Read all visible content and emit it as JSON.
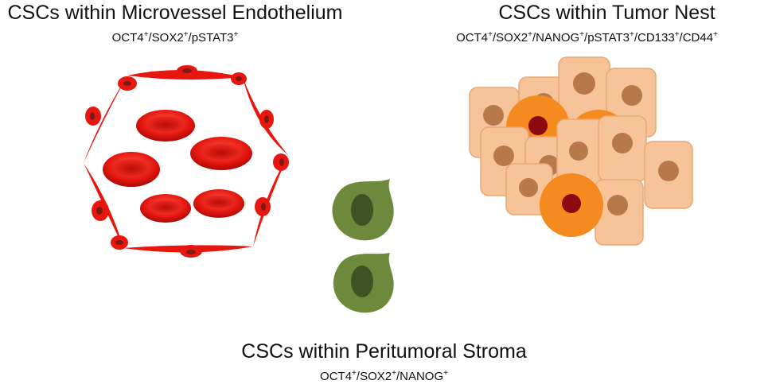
{
  "panels": {
    "microvessel": {
      "title": "CSCs within Microvessel Endothelium",
      "markers": [
        {
          "name": "OCT4",
          "sign": "+"
        },
        {
          "name": "SOX2",
          "sign": "+"
        },
        {
          "name": "pSTAT3",
          "sign": "+"
        }
      ]
    },
    "tumor_nest": {
      "title": "CSCs within Tumor Nest",
      "markers": [
        {
          "name": "OCT4",
          "sign": "+"
        },
        {
          "name": "SOX2",
          "sign": "+"
        },
        {
          "name": "NANOG",
          "sign": "+"
        },
        {
          "name": "pSTAT3",
          "sign": "+"
        },
        {
          "name": "CD133",
          "sign": "+"
        },
        {
          "name": "CD44",
          "sign": "+"
        }
      ]
    },
    "stroma": {
      "title": "CSCs within Peritumoral Stroma",
      "markers": [
        {
          "name": "OCT4",
          "sign": "+"
        },
        {
          "name": "SOX2",
          "sign": "+"
        },
        {
          "name": "NANOG",
          "sign": "+"
        }
      ]
    }
  },
  "colors": {
    "vessel_red": "#e8160f",
    "vessel_nucleus": "#7a1a14",
    "tumor_cell": "#f7c49a",
    "tumor_cell_border": "#e9a878",
    "tumor_nucleus": "#b8794a",
    "csc_orange": "#f58a1e",
    "csc_nucleus": "#8c0a10",
    "stroma_green": "#6d8a3c",
    "stroma_nucleus": "#3e5224"
  }
}
